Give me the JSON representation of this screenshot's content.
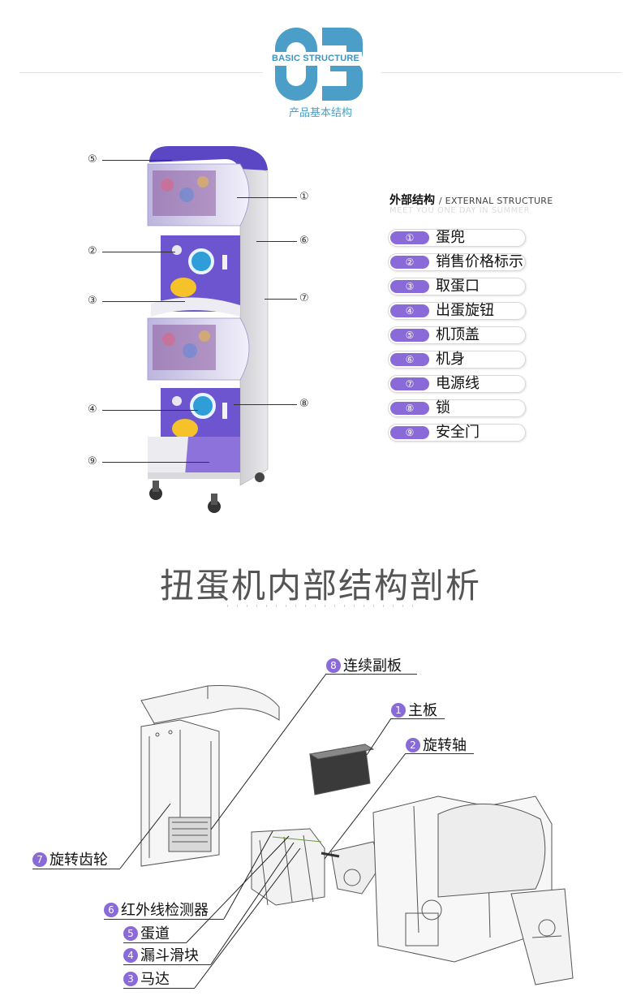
{
  "header": {
    "number": "03",
    "badge": "BASIC STRUCTURE",
    "subtitle": "产品基本结构",
    "accent": "#4a9ec8"
  },
  "machine_callouts": [
    {
      "num": "⑤"
    },
    {
      "num": "②"
    },
    {
      "num": "③"
    },
    {
      "num": "④"
    },
    {
      "num": "⑨"
    },
    {
      "num": "①"
    },
    {
      "num": "⑥"
    },
    {
      "num": "⑦"
    },
    {
      "num": "⑧"
    }
  ],
  "legend": {
    "title": "外部结构",
    "title_en": "/ EXTERNAL STRUCTURE",
    "faint": "MEET YOU ONE DAY IN SUMMER",
    "items": [
      {
        "num": "①",
        "label": "蛋兜"
      },
      {
        "num": "②",
        "label": "销售价格标示"
      },
      {
        "num": "③",
        "label": "取蛋口"
      },
      {
        "num": "④",
        "label": "出蛋旋钮"
      },
      {
        "num": "⑤",
        "label": "机顶盖"
      },
      {
        "num": "⑥",
        "label": "机身"
      },
      {
        "num": "⑦",
        "label": "电源线"
      },
      {
        "num": "⑧",
        "label": "锁"
      },
      {
        "num": "⑨",
        "label": "安全门"
      }
    ],
    "pill_color": "#8a6ad8"
  },
  "section2": {
    "title": "扭蛋机内部结构剖析"
  },
  "parts": [
    {
      "num": "8",
      "label": "连续副板"
    },
    {
      "num": "1",
      "label": "主板"
    },
    {
      "num": "2",
      "label": "旋转轴"
    },
    {
      "num": "7",
      "label": "旋转齿轮"
    },
    {
      "num": "6",
      "label": "红外线检测器"
    },
    {
      "num": "5",
      "label": "蛋道"
    },
    {
      "num": "4",
      "label": "漏斗滑块"
    },
    {
      "num": "3",
      "label": "马达"
    }
  ]
}
